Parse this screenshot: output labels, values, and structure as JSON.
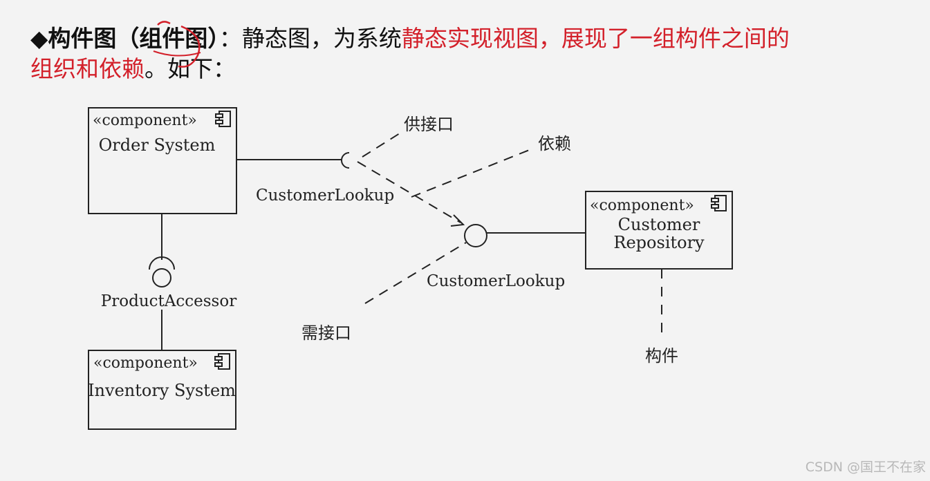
{
  "heading": {
    "bullet": "◆",
    "title_bold": "构件图（组件图）",
    "colon": "：",
    "intro": "静态图，为系统",
    "red_part1": "静态实现视图，展现了一组构件之间的",
    "red_part2": "组织和依赖",
    "tail": "。如下："
  },
  "diagram": {
    "components": {
      "order_system": {
        "stereotype": "«component»",
        "name": "Order System"
      },
      "inventory_system": {
        "stereotype": "«component»",
        "name": "Inventory System"
      },
      "customer_repository": {
        "stereotype": "«component»",
        "name_line1": "Customer",
        "name_line2": "Repository"
      }
    },
    "interfaces": {
      "customer_lookup_required": "CustomerLookup",
      "customer_lookup_provided": "CustomerLookup",
      "product_accessor": "ProductAccessor"
    },
    "annotations": {
      "provided_interface": "供接口",
      "dependency": "依赖",
      "required_interface": "需接口",
      "component": "构件"
    }
  },
  "watermark": "CSDN @国王不在家",
  "colors": {
    "text": "#111111",
    "highlight": "#d3202a",
    "ink": "#222222",
    "watermark": "#b8b8b8"
  }
}
